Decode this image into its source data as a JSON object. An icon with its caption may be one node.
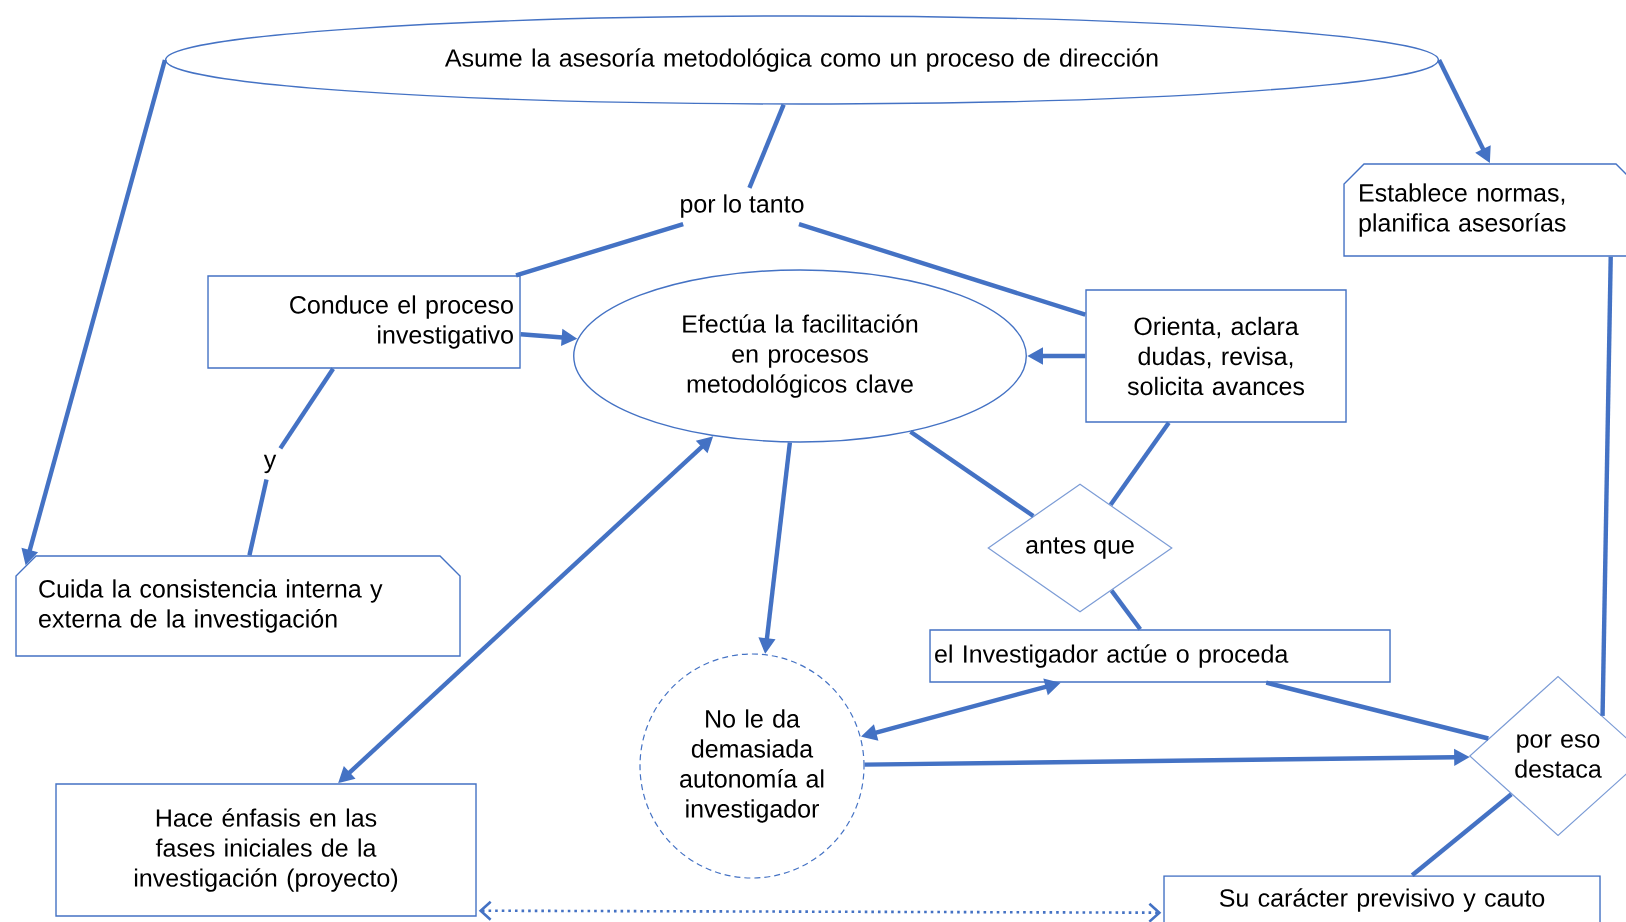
{
  "diagram": {
    "nodes": [
      {
        "text": [
          "Asume la asesoría metodológica como un proceso de dirección"
        ]
      },
      {
        "text": [
          "por lo tanto"
        ]
      },
      {
        "text": [
          "Establece normas, planifica asesorías"
        ]
      },
      {
        "text": [
          "Conduce el proceso investigativo"
        ]
      },
      {
        "text": [
          "Efectúa la facilitación en procesos metodológicos clave"
        ]
      },
      {
        "text": [
          "Orienta, aclara dudas, revisa, solicita avances"
        ]
      },
      {
        "text": [
          "y"
        ]
      },
      {
        "text": [
          "Cuida la consistencia interna y externa de la investigación"
        ]
      },
      {
        "text": [
          "antes que"
        ]
      },
      {
        "text": [
          "el Investigador actúe o proceda"
        ]
      },
      {
        "text": [
          "No le da demasiada autonomía al investigador"
        ]
      },
      {
        "text": [
          "por eso destaca"
        ]
      },
      {
        "text": [
          "Hace énfasis en las fases iniciales de la investigación (proyecto)"
        ]
      },
      {
        "text": [
          "Su carácter previsivo y cauto"
        ]
      }
    ],
    "edges": [
      {
        "from": 0,
        "to": 7,
        "arrow": "to"
      },
      {
        "from": 0,
        "to": 1,
        "arrow": "none"
      },
      {
        "from": 0,
        "to": 2,
        "arrow": "to"
      },
      {
        "from": 1,
        "to": 3,
        "arrow": "none"
      },
      {
        "from": 1,
        "to": 5,
        "arrow": "none"
      },
      {
        "from": 3,
        "to": 4,
        "arrow": "to"
      },
      {
        "from": 5,
        "to": 4,
        "arrow": "to"
      },
      {
        "from": 3,
        "to": 6,
        "arrow": "none"
      },
      {
        "from": 6,
        "to": 7,
        "arrow": "none"
      },
      {
        "from": 4,
        "to": 10,
        "arrow": "to"
      },
      {
        "from": 4,
        "to": 8,
        "arrow": "none"
      },
      {
        "from": 5,
        "to": 8,
        "arrow": "none"
      },
      {
        "from": 8,
        "to": 9,
        "arrow": "none"
      },
      {
        "from": 9,
        "to": 10,
        "arrow": "both"
      },
      {
        "from": 10,
        "to": 11,
        "arrow": "to"
      },
      {
        "from": 9,
        "to": 11,
        "arrow": "none"
      },
      {
        "from": 2,
        "to": 11,
        "arrow": "none"
      },
      {
        "from": 11,
        "to": 13,
        "arrow": "none"
      },
      {
        "from": 12,
        "to": 4,
        "arrow": "both"
      },
      {
        "from": 12,
        "to": 13,
        "arrow": "both",
        "style": "dashed"
      }
    ]
  }
}
